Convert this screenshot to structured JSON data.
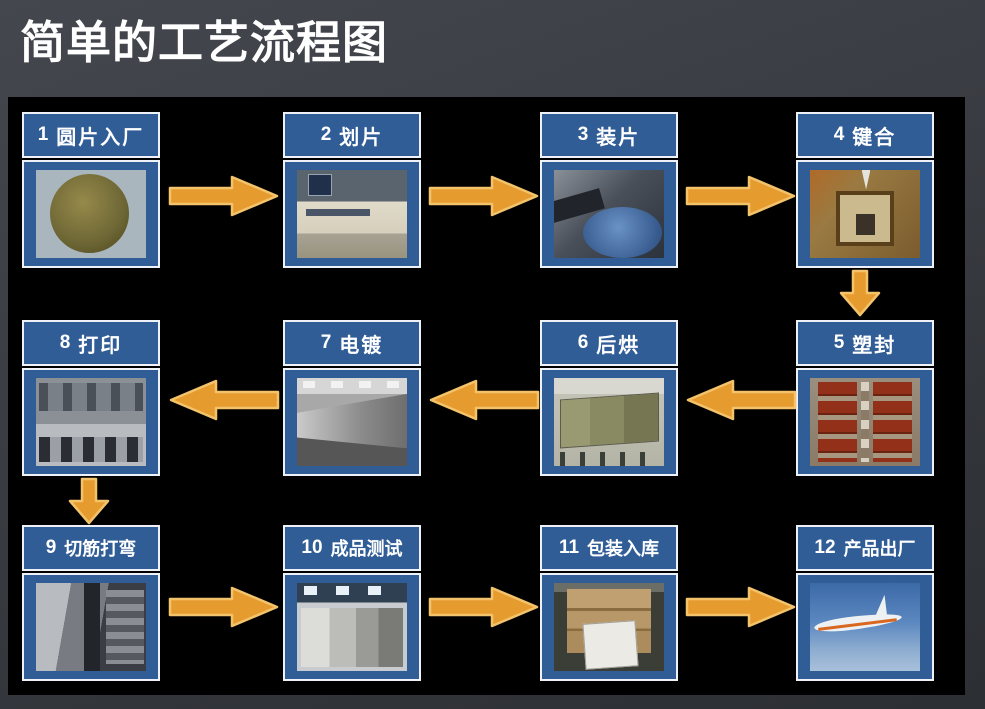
{
  "page": {
    "title": "简单的工艺流程图"
  },
  "colors": {
    "slide_background": "#3a3d43",
    "panel_background": "#000000",
    "card_blue": "#305d96",
    "card_border": "#eef2f8",
    "header_text": "#ffffff",
    "arrow_fill": "#e69b2f",
    "arrow_outline": "#f3c36b",
    "title_text": "#ffffff"
  },
  "flow": {
    "steps": [
      {
        "num": "1",
        "label": "圆片入厂",
        "image": "wafer-photo"
      },
      {
        "num": "2",
        "label": "划片",
        "image": "dicing-machine-photo"
      },
      {
        "num": "3",
        "label": "装片",
        "image": "die-attach-machine-photo"
      },
      {
        "num": "4",
        "label": "键合",
        "image": "wire-bonding-photo"
      },
      {
        "num": "5",
        "label": "塑封",
        "image": "molding-frame-photo"
      },
      {
        "num": "6",
        "label": "后烘",
        "image": "post-bake-oven-photo"
      },
      {
        "num": "7",
        "label": "电镀",
        "image": "plating-line-photo"
      },
      {
        "num": "8",
        "label": "打印",
        "image": "marking-machine-photo"
      },
      {
        "num": "9",
        "label": "切筋打弯",
        "image": "trim-form-machine-photo"
      },
      {
        "num": "10",
        "label": "成品测试",
        "image": "final-test-floor-photo"
      },
      {
        "num": "11",
        "label": "包装入库",
        "image": "packing-boxes-photo"
      },
      {
        "num": "12",
        "label": "产品出厂",
        "image": "cargo-airplane-photo"
      }
    ]
  }
}
